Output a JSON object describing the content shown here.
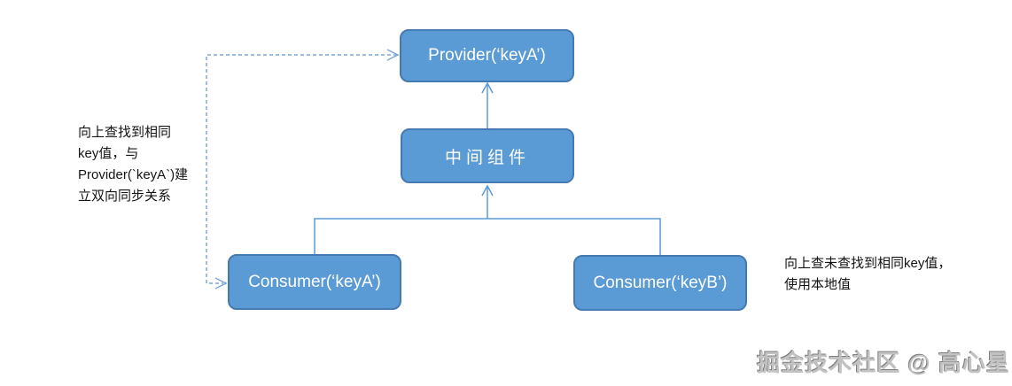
{
  "nodes": {
    "provider_keyA": "Provider(‘keyA’)",
    "middle": "中间组件",
    "consumer_keyA": "Consumer(‘keyA’)",
    "consumer_keyB": "Consumer(‘keyB’)"
  },
  "annotations": {
    "left": "向上查找到相同\nkey值，与\nProvider(`keyA`)建\n立双向同步关系",
    "right": "向上查未查找到相同key值，\n使用本地值"
  },
  "watermark": "掘金技术社区 @ 高心星",
  "colors": {
    "node_fill": "#5b9bd5",
    "node_border": "#4579b2",
    "node_text": "#ffffff",
    "solid_connector": "#5b9bd5",
    "dashed_connector": "#7da7dc",
    "annotation_text": "#141414",
    "watermark_gray": "#c2c2c2"
  }
}
